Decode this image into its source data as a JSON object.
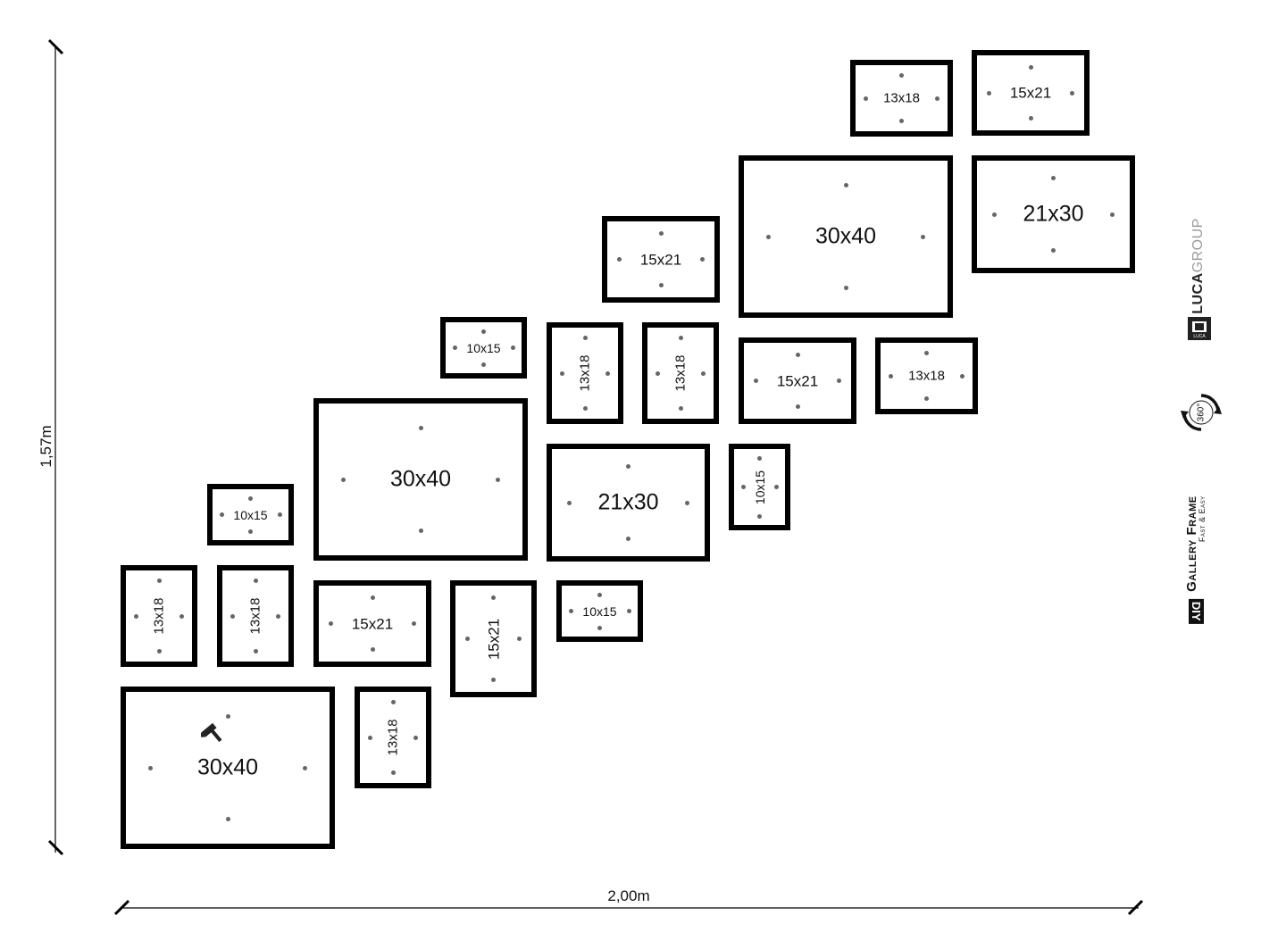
{
  "dimensions": {
    "height_label": "1,57m",
    "width_label": "2,00m"
  },
  "frames": [
    {
      "size": "13x18"
    },
    {
      "size": "15x21"
    },
    {
      "size": "30x40"
    },
    {
      "size": "21x30"
    },
    {
      "size": "15x21"
    },
    {
      "size": "10x15"
    },
    {
      "size": "13x18"
    },
    {
      "size": "13x18"
    },
    {
      "size": "15x21"
    },
    {
      "size": "13x18"
    },
    {
      "size": "30x40"
    },
    {
      "size": "21x30"
    },
    {
      "size": "10x15"
    },
    {
      "size": "10x15"
    },
    {
      "size": "13x18"
    },
    {
      "size": "13x18"
    },
    {
      "size": "15x21"
    },
    {
      "size": "15x21"
    },
    {
      "size": "10x15"
    },
    {
      "size": "30x40"
    },
    {
      "size": "13x18"
    }
  ],
  "branding": {
    "luca_brand": "LUCA",
    "luca_group": "GROUP",
    "luca_small": "LUCA",
    "rotation_label": "360°",
    "diy_label": "DIY",
    "gallery_frame": "Gallery Frame",
    "fast_easy": "Fast & Easy"
  },
  "colors": {
    "frame": "#000000",
    "nail": "#666666",
    "brand_gray": "#9a9a9a"
  },
  "icons": {
    "hammer": "hammer-icon",
    "rotate": "rotate-360-icon",
    "logo": "luca-logo-icon"
  }
}
